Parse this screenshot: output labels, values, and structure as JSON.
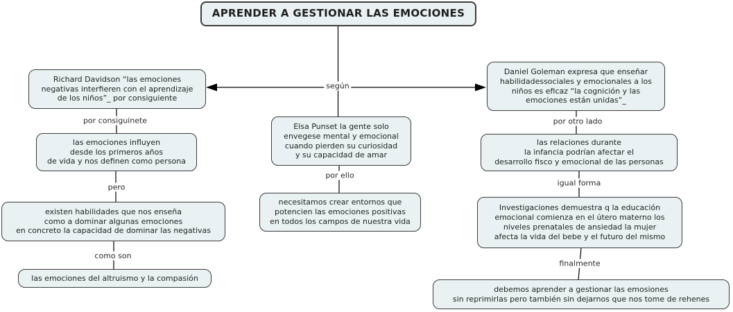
{
  "title": "APRENDER A GESTIONAR LAS EMOCIONES",
  "colors": {
    "node_fill": "#e9f1f2",
    "node_border": "#3c3c3c",
    "wire": "#000000",
    "text": "#1f1f1f"
  },
  "nodes": {
    "richard": [
      "Richard Davidson “las emociones",
      "negativas interfieren con el aprendizaje",
      "de los niños”_ por consiguiente"
    ],
    "emociones_influyen": [
      "las emociones influyen",
      "desde los primeros años",
      "de vida y nos definen como persona"
    ],
    "habilidades": [
      "existen habilidades que nos enseña",
      "como a dominar algunas emociones",
      "en concreto la capacidad de dominar las negativas"
    ],
    "altruismo": [
      "las emociones del altruismo y la compasión"
    ],
    "elsa": [
      "Elsa Punset la gente solo",
      "envegese  mental y emocional",
      "cuando pierden su curiosidad",
      "y su capacidad de amar"
    ],
    "entornos": [
      "necesitamos crear entornos que",
      "potencien las emociones positivas",
      "en todos los campos de nuestra vida"
    ],
    "goleman": [
      "Daniel Goleman expresa  que enseñar",
      "habilidadessociales y emocionales a los",
      "niños es eficaz “la cognición y las",
      "emociones están unidas”_"
    ],
    "relaciones": [
      "las relaciones durante",
      "la infancia podrían afectar el",
      "desarrollo fisco y emocional de las personas"
    ],
    "investigaciones": [
      "Investigaciones demuestra q la educación",
      "emocional comienza en el útero materno los",
      "niveles prenatales de ansiedad la mujer",
      "afecta la vida del bebe y el futuro del mismo"
    ],
    "gestionar": [
      "debemos aprender a gestionar las emosiones",
      "sin reprimirlas pero también sin dejarnos que nos tome de rehenes"
    ]
  },
  "links": {
    "segun": "según",
    "por_consiguinete": "por consiguinete",
    "pero": "pero",
    "como_son": "como son",
    "por_ello": "por ello",
    "por_otro_lado": "por otro lado",
    "igual_forma": "igual forma",
    "finalmente": "finalmente"
  }
}
